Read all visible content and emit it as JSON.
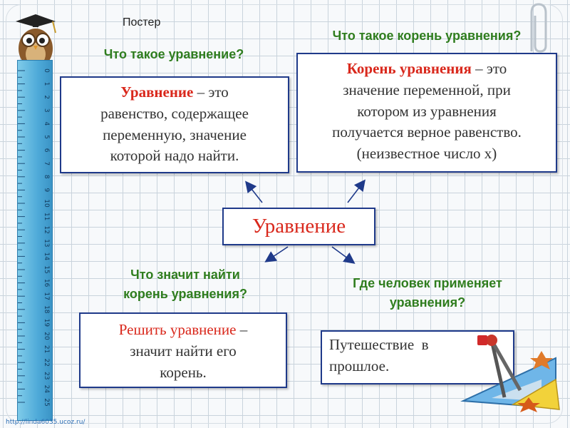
{
  "poster_label": "Постер",
  "center_label": "Уравнение",
  "q_left_top": "Что такое уравнение?",
  "q_right_top": "Что такое корень уравнения?",
  "q_left_bottom": [
    "Что значит найти",
    "корень уравнения?"
  ],
  "q_right_bottom": [
    "Где человек применяет",
    "уравнения?"
  ],
  "box1": {
    "term": "Уравнение",
    "dash": " – ",
    "lines": [
      "это",
      "равенство, содержащее",
      "переменную, значение",
      "которой надо найти."
    ]
  },
  "box2": {
    "term": "Корень уравнения",
    "rest": " – это",
    "lines": [
      "значение переменной, при",
      "котором из уравнения",
      "получается верное равенство.",
      "(неизвестное число x)"
    ]
  },
  "box3": {
    "term": "Решить уравнение",
    "rest": " –",
    "lines": [
      "значит найти его",
      "корень."
    ]
  },
  "box4": {
    "lines": [
      "Путешествие  в",
      "прошлое."
    ]
  },
  "ruler_numbers": [
    "0",
    "1",
    "2",
    "3",
    "4",
    "5",
    "6",
    "7",
    "8",
    "9",
    "10",
    "11",
    "12",
    "13",
    "14",
    "15",
    "16",
    "17",
    "18",
    "19",
    "20",
    "21",
    "22",
    "23",
    "24",
    "25"
  ],
  "url": "http://linda6035.ucoz.ru/"
}
